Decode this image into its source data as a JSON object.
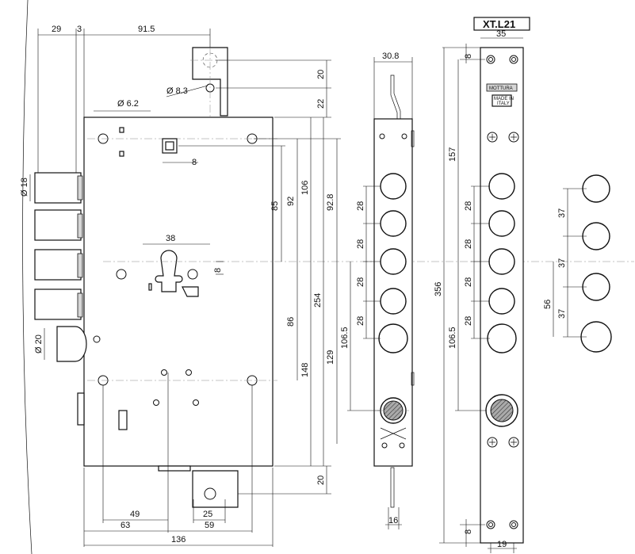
{
  "title_label": "XT.L21",
  "plate_marks": [
    "MOTTURA",
    "MADE IN",
    "ITALY"
  ],
  "lock_body": {
    "top_dims": [
      "29",
      "3",
      "91.5"
    ],
    "diameters": [
      "Ø 8.3",
      "Ø 6.2",
      "Ø 18",
      "Ø 20"
    ],
    "square": "8",
    "key_spacing": "38",
    "key_offset": "8",
    "vertical_dims": [
      "20",
      "22",
      "85",
      "92",
      "106",
      "92.8",
      "86",
      "254",
      "148",
      "129",
      "20"
    ],
    "bottom_dims": [
      "49",
      "25",
      "63",
      "59",
      "136"
    ]
  },
  "side_view": {
    "width": "30.8",
    "spacings": [
      "28",
      "28",
      "28",
      "28"
    ],
    "center_dim": "106.5",
    "bottom_width": "16"
  },
  "front_plate": {
    "width_top": "35",
    "top_offset": "8",
    "dim_157": "157",
    "total_height": "356",
    "spacings": [
      "28",
      "28",
      "28",
      "28"
    ],
    "center_dim": "106.5",
    "bottom_offset": "8",
    "width_bottom": "19"
  },
  "bolt_column": {
    "spacings": [
      "37",
      "37",
      "37"
    ],
    "dim_56": "56"
  }
}
